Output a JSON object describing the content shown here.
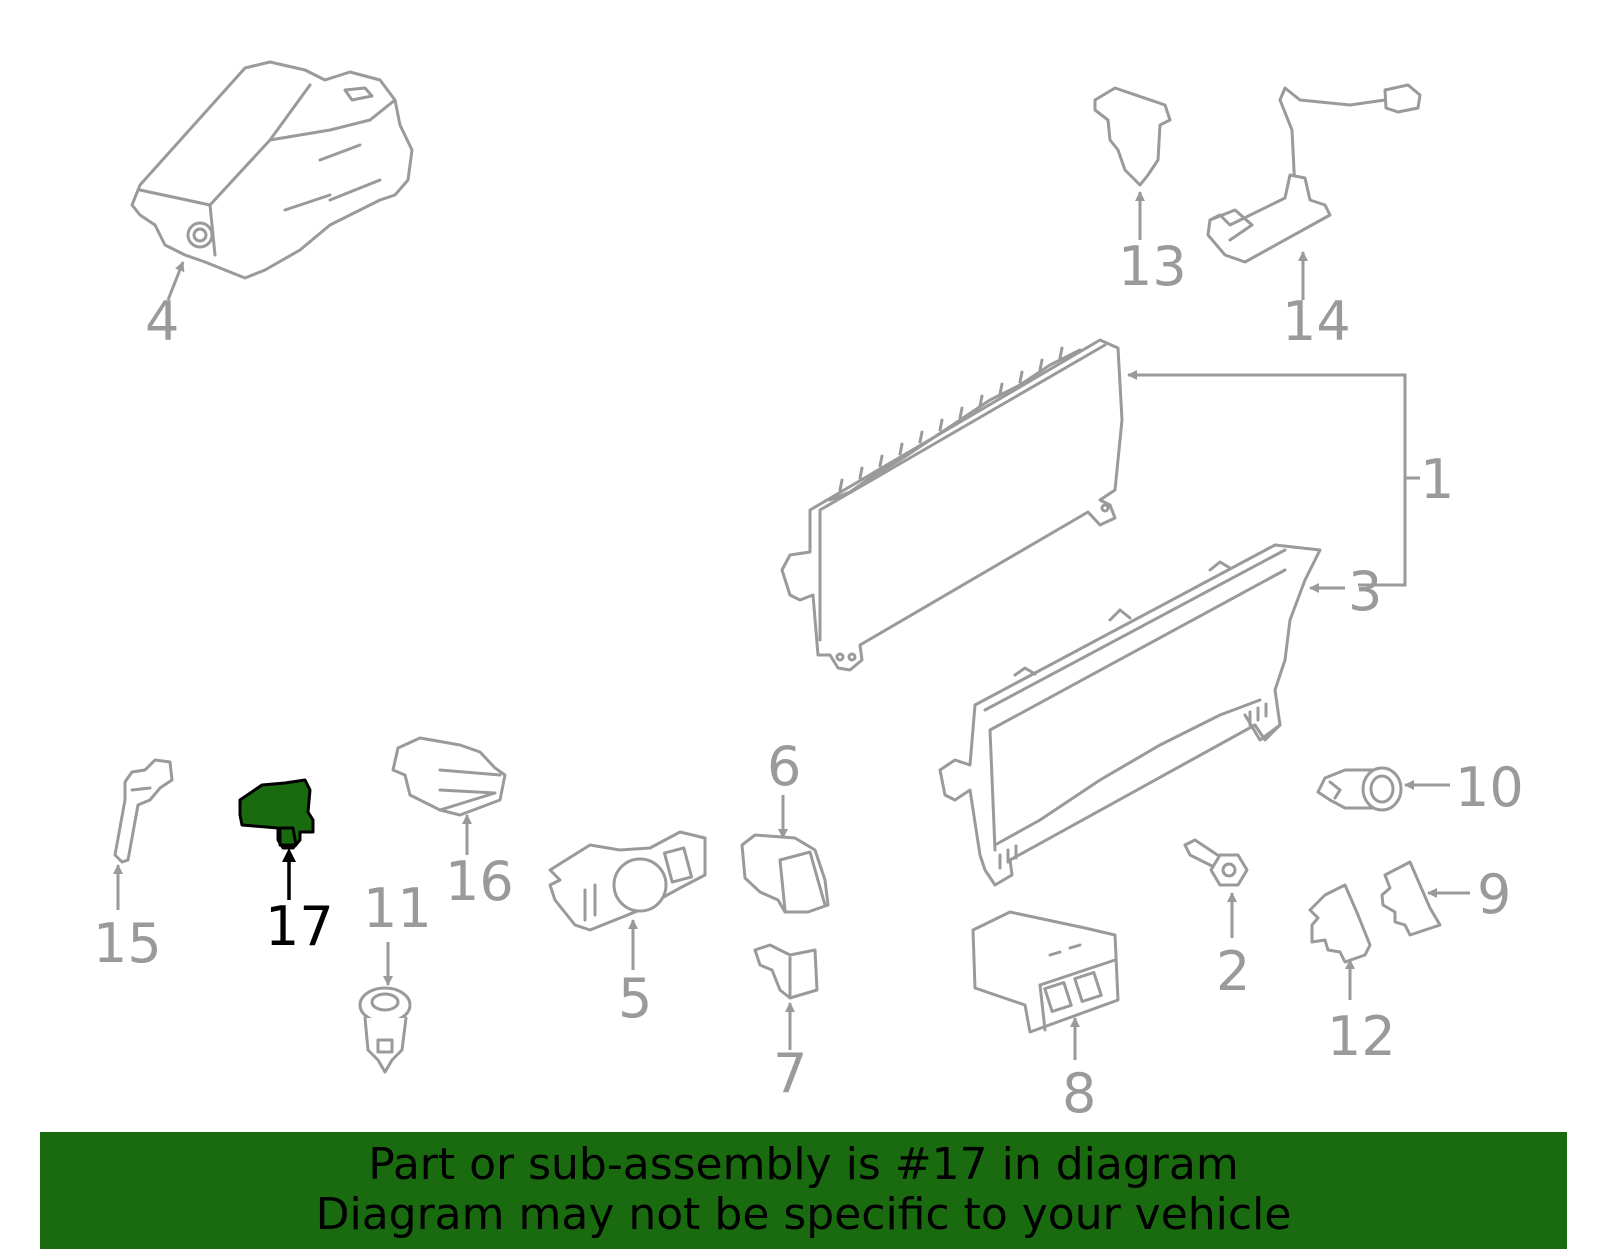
{
  "callouts": {
    "c1": "1",
    "c2": "2",
    "c3": "3",
    "c4": "4",
    "c5": "5",
    "c6": "6",
    "c7": "7",
    "c8": "8",
    "c9": "9",
    "c10": "10",
    "c11": "11",
    "c12": "12",
    "c13": "13",
    "c14": "14",
    "c15": "15",
    "c16": "16",
    "c17": "17"
  },
  "highlighted_part": "17",
  "colors": {
    "part_stroke": "#9a9a9a",
    "highlight_fill": "#1a6b10",
    "banner_bg": "#1a6b10",
    "highlight_text": "#000000"
  },
  "banner": {
    "line1": "Part or sub-assembly is #17 in diagram",
    "line2": "Diagram may not be specific to your vehicle"
  }
}
